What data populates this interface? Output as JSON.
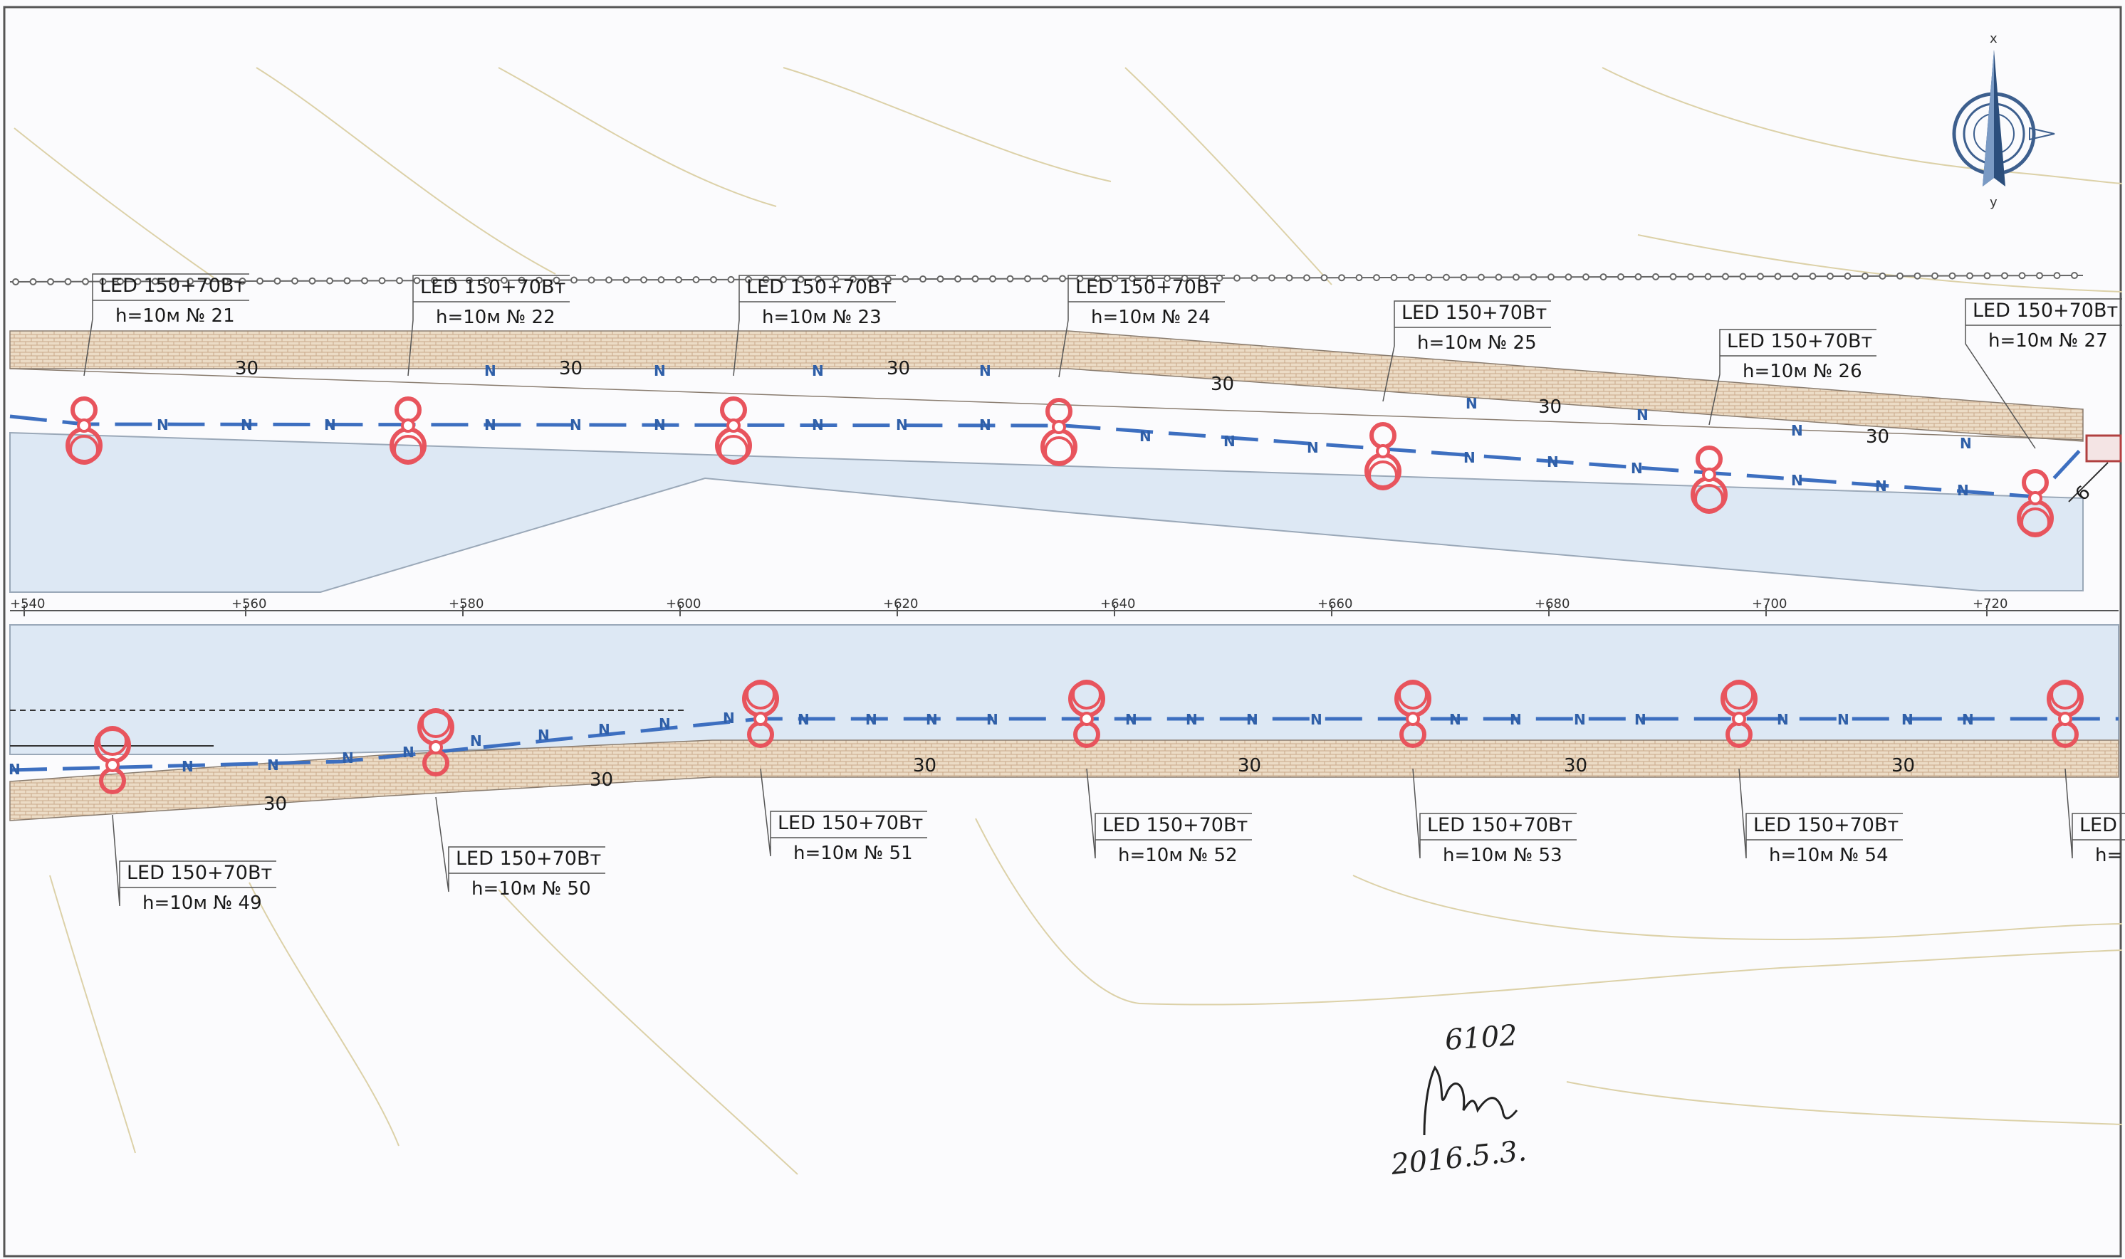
{
  "drawing": {
    "top_section": {
      "poles": [
        {
          "type": "LED 150+70Вт",
          "height": "h=10м",
          "number": "№ 21"
        },
        {
          "type": "LED 150+70Вт",
          "height": "h=10м",
          "number": "№ 22"
        },
        {
          "type": "LED 150+70Вт",
          "height": "h=10м",
          "number": "№ 23"
        },
        {
          "type": "LED 150+70Вт",
          "height": "h=10м",
          "number": "№ 24"
        },
        {
          "type": "LED 150+70Вт",
          "height": "h=10м",
          "number": "№ 25"
        },
        {
          "type": "LED 150+70Вт",
          "height": "h=10м",
          "number": "№ 26"
        },
        {
          "type": "LED 150+70Вт",
          "height": "h=10м",
          "number": "№ 27"
        }
      ],
      "spacing_labels": [
        "30",
        "30",
        "30",
        "30",
        "30",
        "30"
      ],
      "end_dimension": "6"
    },
    "bottom_section": {
      "poles": [
        {
          "type": "LED 150+70Вт",
          "height": "h=10м",
          "number": "№ 49"
        },
        {
          "type": "LED 150+70Вт",
          "height": "h=10м",
          "number": "№ 50"
        },
        {
          "type": "LED 150+70Вт",
          "height": "h=10м",
          "number": "№ 51"
        },
        {
          "type": "LED 150+70Вт",
          "height": "h=10м",
          "number": "№ 52"
        },
        {
          "type": "LED 150+70Вт",
          "height": "h=10м",
          "number": "№ 53"
        },
        {
          "type": "LED 150+70Вт",
          "height": "h=10м",
          "number": "№ 54"
        },
        {
          "type": "LED",
          "height": "h=",
          "number": ""
        }
      ],
      "spacing_labels": [
        "30",
        "30",
        "30",
        "30",
        "30",
        "30"
      ]
    },
    "cable_marker": "N",
    "stations": [
      "+540",
      "+560",
      "+580",
      "+600",
      "+620",
      "+640",
      "+660",
      "+680",
      "+700",
      "+720"
    ],
    "north_arrow": {
      "icon": "north-arrow-icon",
      "x_label": "x",
      "y_label": "y"
    },
    "stamp": {
      "line1": "6102",
      "line3": "2016.5.3."
    },
    "colors": {
      "road": "#dde8f4",
      "sidewalk": "#e9d7c0",
      "cable": "#3d6fc0",
      "luminaire": "#e8545d",
      "contour": "#dcd1a8"
    }
  }
}
